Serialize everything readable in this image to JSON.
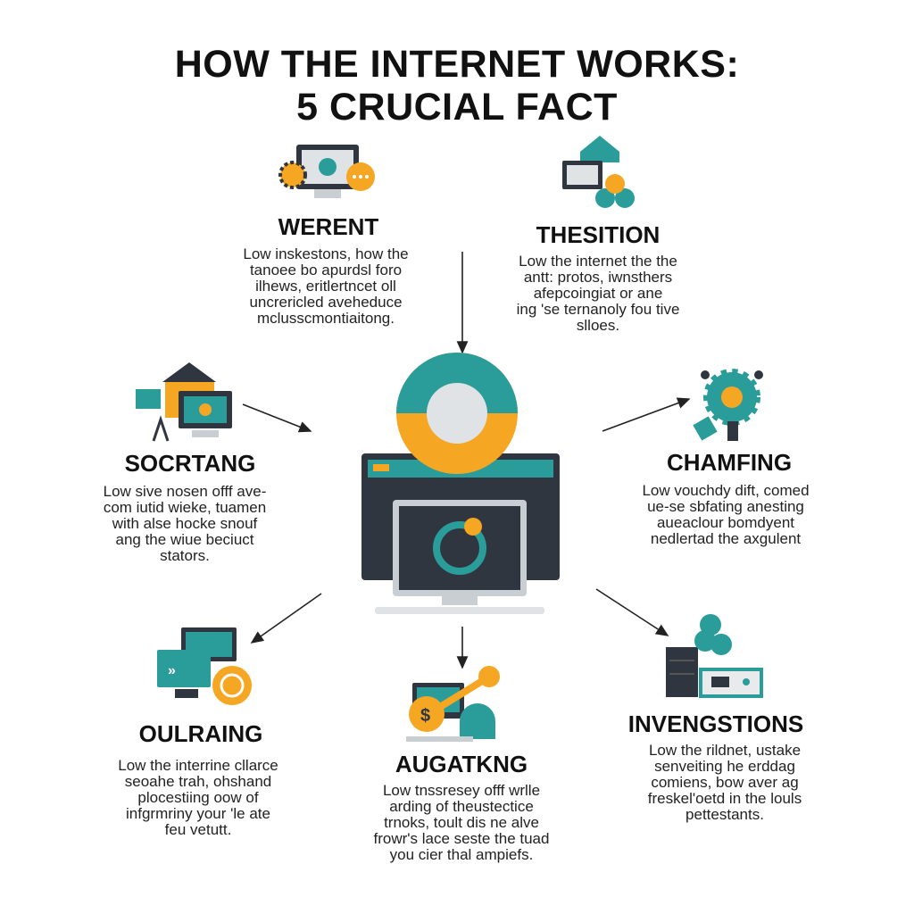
{
  "title": {
    "line1": "HOW THE INTERNET WORKS:",
    "line2": "5 CRUCIAL FACT"
  },
  "colors": {
    "teal": "#2a9d9a",
    "orange": "#f5a623",
    "dark": "#2f3640",
    "gray": "#d5d8dc"
  },
  "sections": [
    {
      "heading": "WERENT",
      "icon": "monitor-gear-chat-icon",
      "lines": [
        "Low inskestons, how the",
        "tanoee bo apurdsl foro",
        "ilhews, eritlertncet oll",
        "uncrericled aveheduce",
        "mclusscmontiaitong."
      ]
    },
    {
      "heading": "THESITION",
      "icon": "monitor-network-icon",
      "lines": [
        "Low the internet the the",
        "antt: protos, iwnsthers",
        "afepcoingiat or ane",
        "ing 'se ternanoly fou tive",
        "slloes."
      ]
    },
    {
      "heading": "SOCRTANG",
      "icon": "server-monitor-icon",
      "lines": [
        "Low sive nosen offf ave-",
        "com iutid wieke, tuamen",
        "with alse hocke snouf",
        "ang the wiue beciuct",
        "stators."
      ]
    },
    {
      "heading": "CHAMFING",
      "icon": "gear-network-icon",
      "lines": [
        "Low vouchdy dift, comed",
        "ue-se sbfating anesting",
        "aueaclour bomdyent",
        "nedlertad the axgulent"
      ]
    },
    {
      "heading": "OULRAING",
      "icon": "monitor-coin-icon",
      "lines": [
        "Low the interrine cllarce",
        "seoahe trah, ohshand",
        "plocestiing oow of",
        "infgrmriny your 'le ate",
        "feu vetutt."
      ]
    },
    {
      "heading": "AUGATKNG",
      "icon": "dollar-laptop-icon",
      "lines": [
        "Low tnssresey offf wrlle",
        "arding of theustectice",
        "trnoks, toult dis ne alve",
        "frowr's lace seste the tuad",
        "you  cier thal ampiefs."
      ]
    },
    {
      "heading": "INVENGSTIONS",
      "icon": "server-tree-icon",
      "lines": [
        "Low the rildnet, ustake",
        "senveiting he erddag",
        "comiens, bow aver ag",
        "freskel'oetd in the louls",
        "pettestants."
      ]
    }
  ]
}
